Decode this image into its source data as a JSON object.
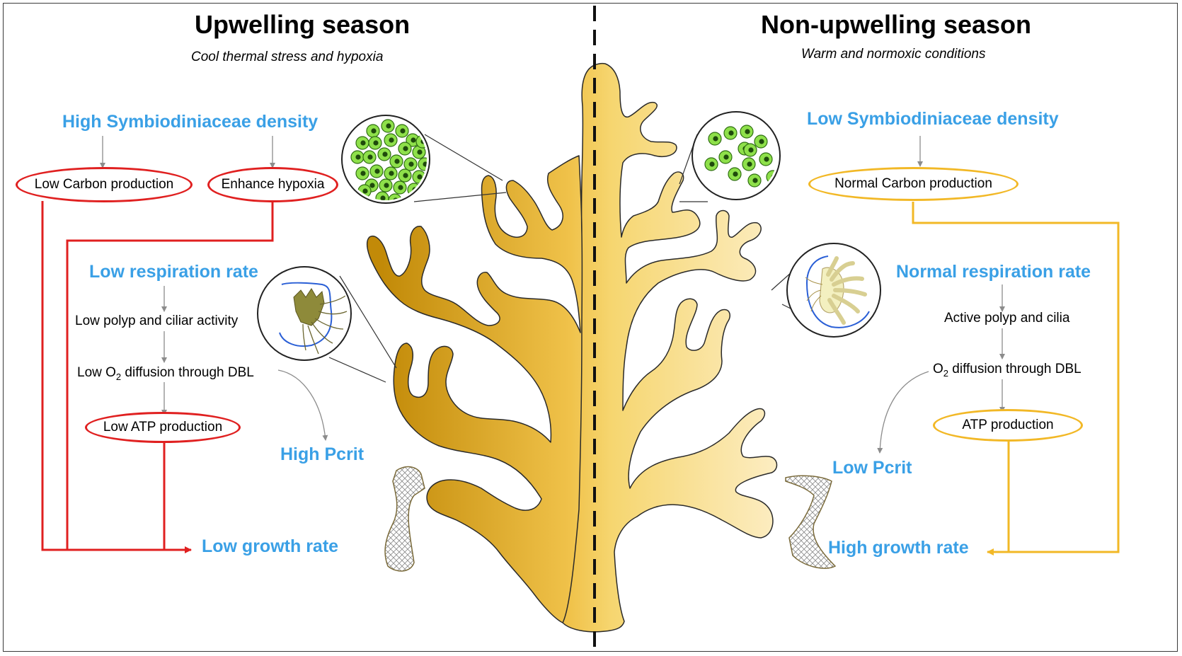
{
  "left": {
    "title": "Upwelling season",
    "subtitle": "Cool thermal stress and hypoxia",
    "density": "High Symbiodiniaceae density",
    "carbon": "Low Carbon production",
    "hypoxia": "Enhance hypoxia",
    "respiration": "Low respiration rate",
    "polyp": "Low polyp and ciliar activity",
    "diffusion_prefix": "Low O",
    "diffusion_sub": "2",
    "diffusion_suffix": " diffusion through DBL",
    "atp": "Low ATP production",
    "pcrit": "High Pcrit",
    "growth": "Low growth rate"
  },
  "right": {
    "title": "Non-upwelling season",
    "subtitle": "Warm and normoxic conditions",
    "density": "Low Symbiodiniaceae density",
    "carbon": "Normal Carbon production",
    "respiration": "Normal respiration rate",
    "polyp": "Active polyp and cilia",
    "diffusion_prefix": "O",
    "diffusion_sub": "2",
    "diffusion_suffix": " diffusion through DBL",
    "atp": "ATP production",
    "pcrit": "Low Pcrit",
    "growth": "High growth rate"
  },
  "colors": {
    "highlight_text": "#3aa0e6",
    "upwelling_arrows": "#e02020",
    "nonupwelling_arrows": "#f2b826",
    "coral_dark": "#c8920c",
    "coral_light": "#fbe8b6",
    "symbiont": "#8ee04a"
  },
  "icons": {
    "coral": "branching-coral-icon",
    "symbionts": "symbiont-cells-icon",
    "polyp_retracted": "retracted-polyp-icon",
    "polyp_extended": "extended-polyp-icon"
  }
}
